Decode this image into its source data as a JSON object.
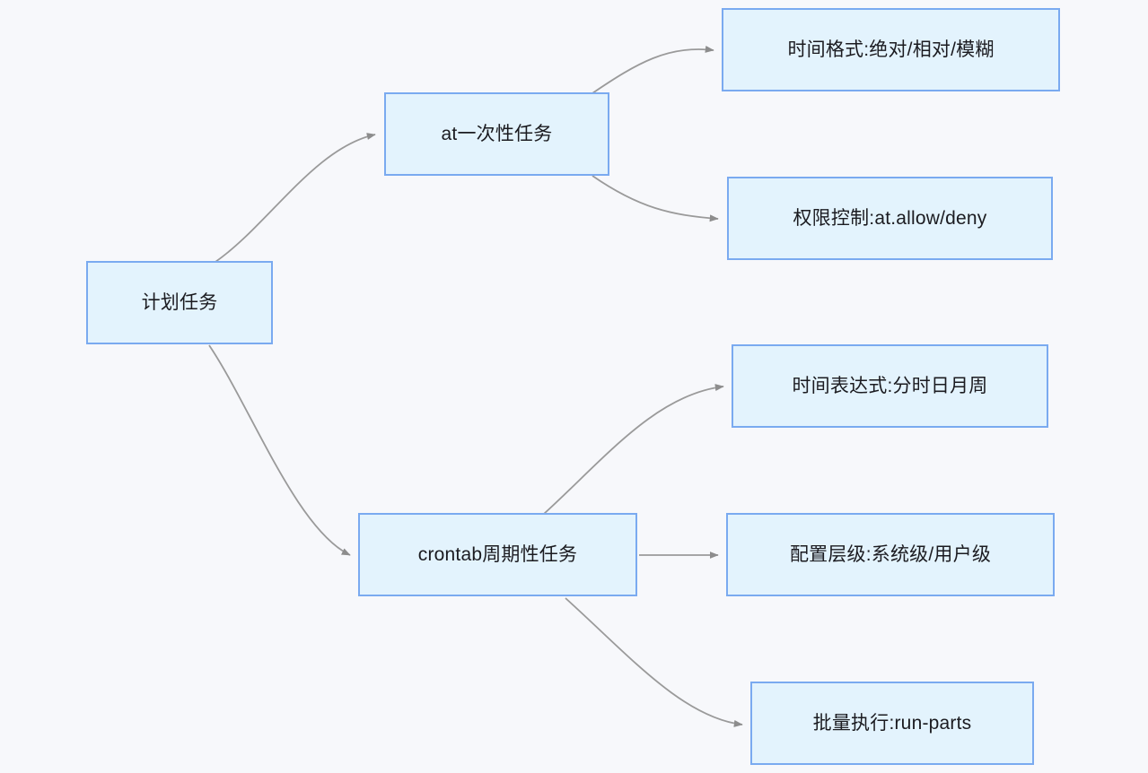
{
  "diagram": {
    "type": "mindmap",
    "background_color": "#f7f8fb",
    "node_fill_color": "#e3f3fd",
    "node_border_color": "#7aaaf0",
    "edge_color": "#999999",
    "text_color": "#1b1b20",
    "root": {
      "id": "root",
      "label": "计划任务"
    },
    "branches": [
      {
        "id": "at",
        "label": "at一次性任务",
        "children": [
          {
            "id": "at-1",
            "label": "时间格式:绝对/相对/模糊"
          },
          {
            "id": "at-2",
            "label": "权限控制:at.allow/deny"
          }
        ]
      },
      {
        "id": "crontab",
        "label": "crontab周期性任务",
        "children": [
          {
            "id": "cron-1",
            "label": "时间表达式:分时日月周"
          },
          {
            "id": "cron-2",
            "label": "配置层级:系统级/用户级"
          },
          {
            "id": "cron-3",
            "label": "批量执行:run-parts"
          }
        ]
      }
    ]
  }
}
